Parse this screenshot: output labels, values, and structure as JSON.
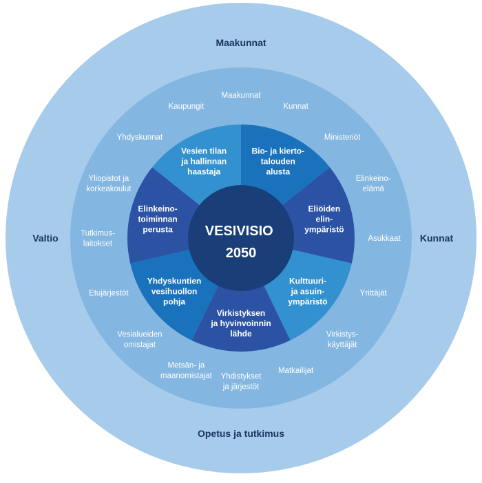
{
  "center": {
    "lines": [
      "VESIVISIO",
      "2050"
    ]
  },
  "outer_ring": [
    {
      "id": "maakunnat",
      "lines": [
        "Maakunnat"
      ]
    },
    {
      "id": "kunnat",
      "lines": [
        "Kunnat"
      ]
    },
    {
      "id": "opetus",
      "lines": [
        "Opetus ja tutkimus"
      ]
    },
    {
      "id": "valtio",
      "lines": [
        "Valtio"
      ]
    }
  ],
  "stakeholders": [
    {
      "id": "maakunnat",
      "lines": [
        "Maakunnat"
      ]
    },
    {
      "id": "kunnat",
      "lines": [
        "Kunnat"
      ]
    },
    {
      "id": "ministeriot",
      "lines": [
        "Ministeriöt"
      ]
    },
    {
      "id": "elinkeinoelama",
      "lines": [
        "Elinkeino-",
        "elämä"
      ]
    },
    {
      "id": "asukkaat",
      "lines": [
        "Asukkaat"
      ]
    },
    {
      "id": "yrittajat",
      "lines": [
        "Yrittäjät"
      ]
    },
    {
      "id": "virkistyskayttajat",
      "lines": [
        "Virkistys-",
        "käyttäjät"
      ]
    },
    {
      "id": "matkailijat",
      "lines": [
        "Matkailijat"
      ]
    },
    {
      "id": "yhdistykset",
      "lines": [
        "Yhdistykset",
        "ja järjestöt"
      ]
    },
    {
      "id": "metsan-maanomistajat",
      "lines": [
        "Metsän- ja",
        "maanomistajat"
      ]
    },
    {
      "id": "vesialueiden-omistajat",
      "lines": [
        "Vesialueiden",
        "omistajat"
      ]
    },
    {
      "id": "etujarjestot",
      "lines": [
        "Etujärjestöt"
      ]
    },
    {
      "id": "tutkimuslaitokset",
      "lines": [
        "Tutkimus-",
        "laitokset"
      ]
    },
    {
      "id": "yliopistot",
      "lines": [
        "Yliopistot ja",
        "korkeakoulut"
      ]
    },
    {
      "id": "yhdyskunnat",
      "lines": [
        "Yhdyskunnat"
      ]
    },
    {
      "id": "kaupungit",
      "lines": [
        "Kaupungit"
      ]
    }
  ],
  "segments": [
    {
      "id": "bio-kiertotalous",
      "lines": [
        "Bio- ja kierto-",
        "talouden",
        "alusta"
      ],
      "color": "#1a72bd"
    },
    {
      "id": "eliot",
      "lines": [
        "Eliöiden",
        "elin-",
        "ympäristö"
      ],
      "color": "#2c52a3"
    },
    {
      "id": "kulttuuri",
      "lines": [
        "Kulttuuri-",
        "ja asuin-",
        "ympäristö"
      ],
      "color": "#3391cf"
    },
    {
      "id": "virkistys",
      "lines": [
        "Virkistyksen",
        "ja hyvinvoinnin",
        "lähde"
      ],
      "color": "#2c52a3"
    },
    {
      "id": "vesihuolto",
      "lines": [
        "Yhdyskuntien",
        "vesihuollon",
        "pohja"
      ],
      "color": "#1a72bd"
    },
    {
      "id": "elinkeinotoiminta",
      "lines": [
        "Elinkeino-",
        "toiminnan",
        "perusta"
      ],
      "color": "#2c52a3"
    },
    {
      "id": "vesien-tila",
      "lines": [
        "Vesien tilan",
        "ja hallinnan",
        "haastaja"
      ],
      "color": "#3391cf"
    }
  ],
  "colors": {
    "outer_ring": "#a7cbea",
    "middle_ring": "#83b6e0",
    "center": "#1a3f78",
    "outer_text": "#1a3560",
    "light_text": "#ffffff"
  }
}
